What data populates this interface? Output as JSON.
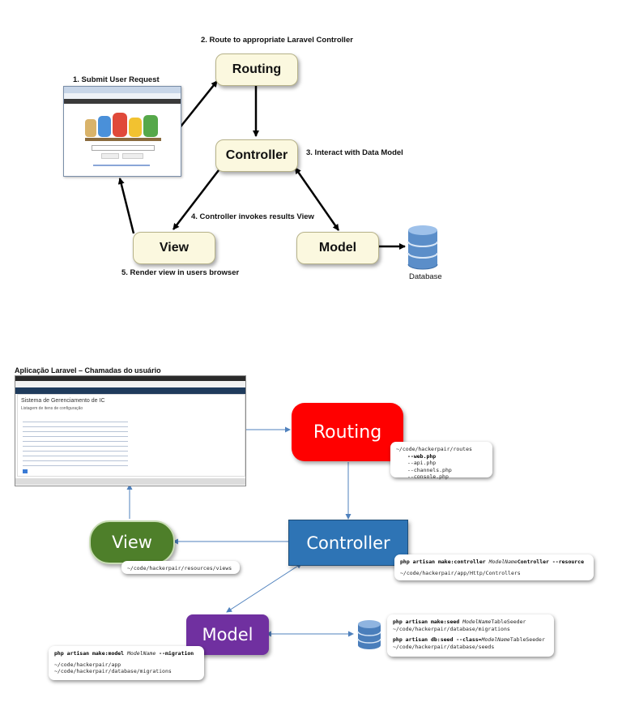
{
  "diagram1": {
    "step1": "1. Submit User Request",
    "step2": "2. Route to appropriate Laravel Controller",
    "step3": "3. Interact with Data Model",
    "step4": "4. Controller invokes results View",
    "step5": "5. Render view in users browser",
    "routing": "Routing",
    "controller": "Controller",
    "view": "View",
    "model": "Model",
    "database": "Database"
  },
  "diagram2": {
    "title": "Aplicação Laravel – Chamadas do usuário",
    "routing": "Routing",
    "controller": "Controller",
    "view": "View",
    "model": "Model",
    "screen_title": "Sistema de Gerenciamento de IC",
    "screen_subtitle": "Listagem de itens de configuração",
    "routes_note": {
      "path": "~/code/hackerpair/routes",
      "items": [
        "--web.php",
        "--api.php",
        "--channels.php",
        "--console.php"
      ]
    },
    "view_note": "~/code/hackerpair/resources/views",
    "controller_note": {
      "cmd_prefix": "php artisan make:controller",
      "cmd_name": "ModelName",
      "cmd_suffix": "Controller --resource",
      "path": "~/code/hackerpair/app/Http/Controllers"
    },
    "model_note": {
      "cmd_prefix": "php artisan make:model",
      "cmd_name": "ModelName",
      "cmd_suffix": "--migration",
      "path1": "~/code/hackerpair/app",
      "path2": "~/code/hackerpair/database/migrations"
    },
    "db_note": {
      "cmd1_prefix": "php artisan make:seed",
      "cmd1_name": "ModelName",
      "cmd1_suffix": "TableSeeder",
      "path1": "~/code/hackerpair/database/migrations",
      "cmd2_prefix": "php artisan db:seed --class=",
      "cmd2_name": "ModelName",
      "cmd2_suffix": "TableSeeder",
      "path2": "~/code/hackerpair/database/seeds"
    }
  },
  "colors": {
    "routing2": "#e60000",
    "controller2": "#2e74b5",
    "view2": "#4e7f2a",
    "model2": "#7030a0",
    "db": "#4a7ebb"
  }
}
